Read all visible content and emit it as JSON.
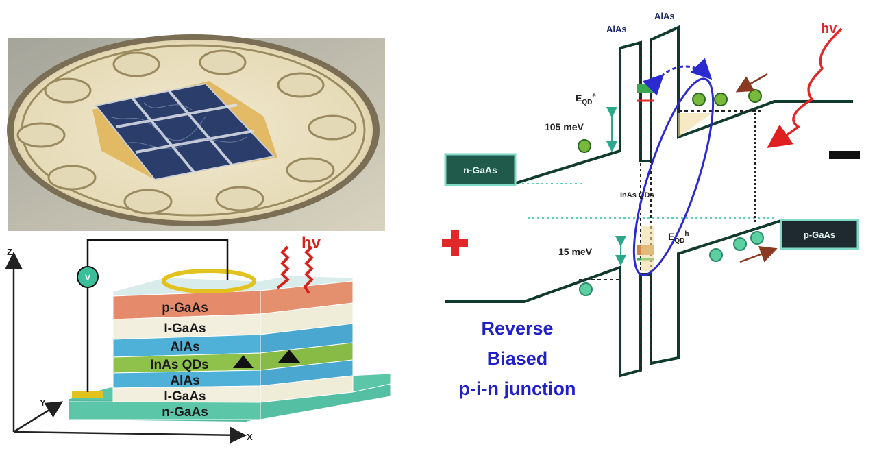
{
  "photo": {
    "description_icon": "solar-cell-photo"
  },
  "device": {
    "layers": [
      "p-GaAs",
      "I-GaAs",
      "AlAs",
      "InAs QDs",
      "AlAs",
      "I-GaAs",
      "n-GaAs"
    ],
    "voltmeter_label": "V",
    "light_label": "hv",
    "axis_z": "Z",
    "axis_y": "Y",
    "axis_x": "X",
    "colors": {
      "p_gaas": "#e58a6a",
      "i_gaas": "#f2efde",
      "alas": "#4fb0d8",
      "inas": "#8fc24a",
      "n_gaas": "#5cc7a8"
    }
  },
  "band": {
    "barrier_label_1": "AlAs",
    "barrier_label_2": "AlAs",
    "light_label": "hv",
    "e_label": "E",
    "e_sub": "QD",
    "e_sup_electron": "e",
    "e_sup_hole": "h",
    "mev_105": "105 meV",
    "mev_15": "15 meV",
    "n_gaas": "n-GaAs",
    "p_gaas": "p-GaAs",
    "qd_label": "InAs QDs",
    "plus": "+",
    "minus": "−",
    "caption_1": "Reverse",
    "caption_2": "Biased",
    "caption_3": "p-i-n junction"
  }
}
